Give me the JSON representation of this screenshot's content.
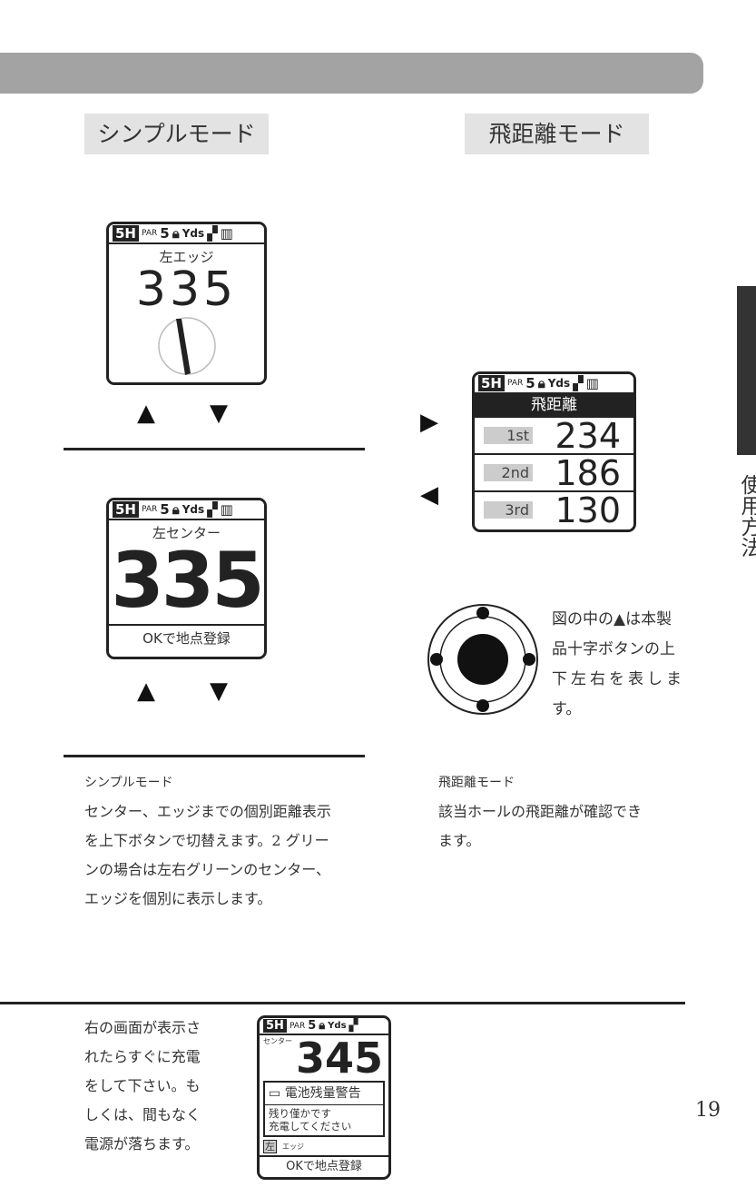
{
  "labels": {
    "simple": "シンプルモード",
    "flight": "飛距離モード"
  },
  "status": {
    "hole": "5H",
    "par_label": "PAR",
    "par": "5",
    "yds": "Yds"
  },
  "screen1": {
    "title": "左エッジ",
    "value": "335"
  },
  "screen2": {
    "title": "左センター",
    "value": "335",
    "footer": "OKで地点登録"
  },
  "screen3": {
    "title": "飛距離",
    "rows": [
      {
        "tag": "1st",
        "value": "234"
      },
      {
        "tag": "2nd",
        "value": "186"
      },
      {
        "tag": "3rd",
        "value": "130"
      }
    ]
  },
  "arrows": {
    "up": "▲",
    "down": "▼",
    "right": "▶",
    "left": "◀"
  },
  "dpad_note": [
    "図の中の▲は本製",
    "品十字ボタンの上",
    "下左右を表しま",
    "す。"
  ],
  "simple_desc": [
    "シンプルモード",
    "センター、エッジまでの個別距離表示",
    "を上下ボタンで切替えます。2 グリー",
    "ンの場合は左右グリーンのセンター、",
    "エッジを個別に表示します。"
  ],
  "flight_desc": [
    "飛距離モード",
    "該当ホールの飛距離が確認でき",
    "ます。"
  ],
  "battery_desc": [
    "右の画面が表示さ",
    "れたらすぐに充電",
    "をして下さい。も",
    "しくは、間もなく",
    "電源が落ちます。"
  ],
  "screen4": {
    "bg_top": "センター",
    "bg_value": "345",
    "bg_bottom": "エッジ",
    "bg_left": "左",
    "warn_title": "電池残量警告",
    "warn_msg1": "残り僅かです",
    "warn_msg2": "充電してください",
    "footer": "OKで地点登録"
  },
  "side_tab": "使用方法",
  "page_number": "19"
}
